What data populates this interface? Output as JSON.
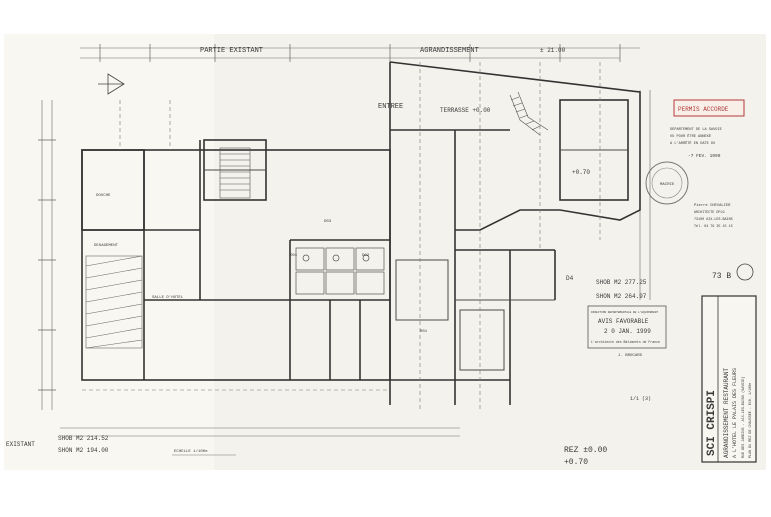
{
  "drawing": {
    "top_labels": {
      "existing": "PARTIE EXISTANT",
      "extension": "AGRANDISSEMENT",
      "dim_right": "± 21.00"
    },
    "entrance": "ENTREE",
    "terrace_level": "TERRASSE +0.00",
    "kitchen_level": "+0.70",
    "room_labels": [
      "DOUCHE",
      "DEGAGEMENT",
      "SALLE D'HOTEL",
      "D01",
      "D02",
      "D03",
      "R01",
      "D4"
    ],
    "shon_new": {
      "l1": "SHOB M2 277.25",
      "l2": "SHON M2 264.97"
    },
    "shon_existing": {
      "l1": "EXISTANT",
      "l2": "SHOB M2 214.52",
      "l3": "SHON M2 194.00"
    },
    "sheet_ref": "73 B",
    "scale_note": "ECHELLE 1/100e",
    "level_note": {
      "l1": "REZ ±0.00",
      "l2": "+0.70"
    },
    "sheet_number": "1/1 (3)"
  },
  "stamps": {
    "permit": "PERMIS ACCORDE",
    "department": [
      "DEPARTEMENT DE LA SAVOIE",
      "VU POUR ÊTRE ANNEXÉ",
      "A L'ARRÊTÉ EN DATE DU",
      "-7 FEV. 1999"
    ],
    "seal": "MAIRIE",
    "architect": [
      "Pierre CHEVALIER",
      "ARCHITECTE DPLG",
      "73100 AIX-LES-BAINS",
      "Tél. 04 79 35 15 15"
    ],
    "avis": {
      "head": "DIRECTION DEPARTEMENTALE DE L'EQUIPEMENT",
      "title": "AVIS FAVORABLE",
      "date": "2 0 JAN. 1999",
      "foot": "L'architecte des Bâtiments de France",
      "sig": "J. BROCARD"
    }
  },
  "title_block": {
    "company": "SCI CRISPI",
    "line1": "AGRANDISSEMENT RESTAURANT",
    "line2": "A L'HOTEL LE PALAIS DES FLEURS",
    "line3": "RUE DES JARDINS - AIX-LES-BAINS (SAVOIE)",
    "line4": "PLAN DU REZ DE CHAUSSEE - ECH. 1/100e"
  }
}
